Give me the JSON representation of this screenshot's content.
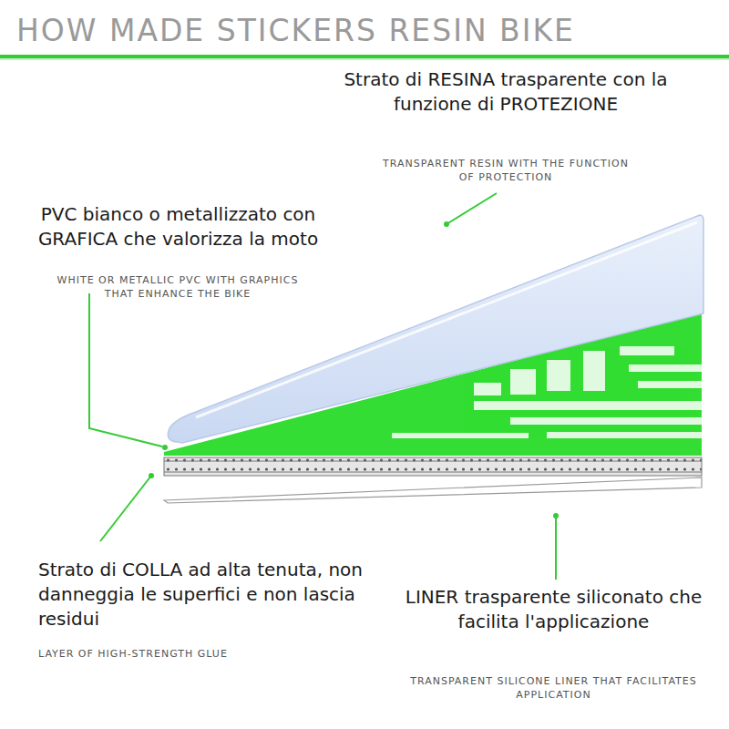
{
  "diagram": {
    "title": "HOW MADE STICKERS RESIN BIKE",
    "labels": [
      "Strato di RESINA trasparente con la funzione di PROTEZIONE",
      "TRANSPARENT RESIN WITH THE FUNCTION OF PROTECTION",
      "PVC bianco o metallizzato con GRAFICA che valorizza la moto",
      "WHITE OR METALLIC PVC WITH GRAPHICS THAT ENHANCE THE BIKE",
      "Strato di COLLA ad alta tenuta, non danneggia le superfici e non lascia residui",
      "LAYER OF HIGH-STRENGTH GLUE",
      "LINER trasparente siliconato che facilita l'applicazione",
      "TRANSPARENT SILICONE LINER THAT FACILITATES APPLICATION"
    ]
  }
}
